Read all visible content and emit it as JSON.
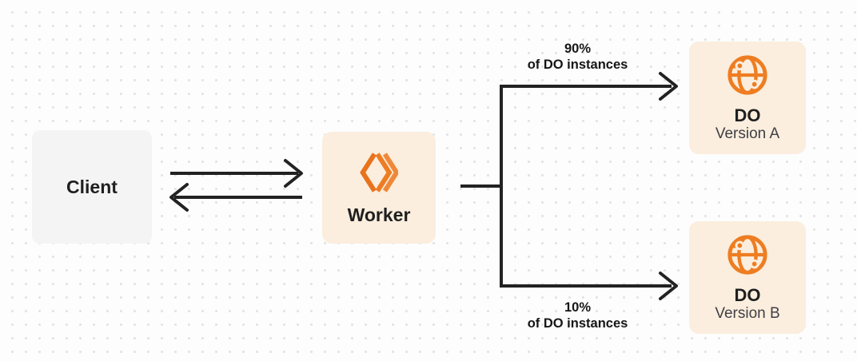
{
  "diagram": {
    "title": "worker-do-ab-split-diagram",
    "nodes": {
      "client": {
        "label": "Client"
      },
      "worker": {
        "label": "Worker",
        "icon": "cloudflare-workers-icon"
      },
      "do_a": {
        "title": "DO",
        "subtitle": "Version A",
        "icon": "globe-icon"
      },
      "do_b": {
        "title": "DO",
        "subtitle": "Version B",
        "icon": "globe-icon"
      }
    },
    "edges": {
      "client_worker": {
        "style": "two opposing horizontal arrows"
      },
      "top_branch": {
        "label": "90%\nof DO instances"
      },
      "bottom_branch": {
        "label": "10%\nof DO instances"
      }
    },
    "colors": {
      "accent_orange": "#EE7D22",
      "node_cream_bg": "#FBEEDE",
      "node_gray_bg": "#F4F4F5",
      "connector": "#222222",
      "text_primary": "#1F1F1F",
      "text_secondary": "#3F3F46",
      "dot_grid": "#E4E4E4",
      "background": "#FDFDFD"
    }
  }
}
